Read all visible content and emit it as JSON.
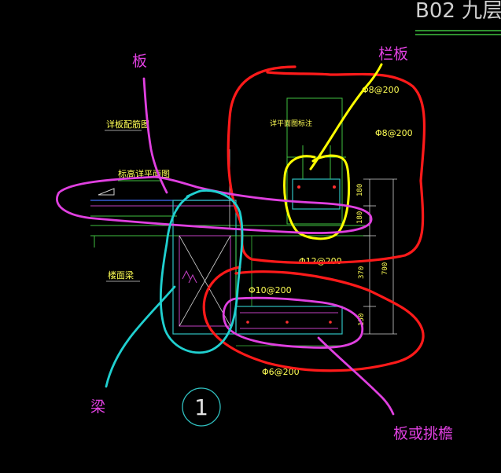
{
  "title_fragment": "B02 九层",
  "cad_labels": {
    "slab_detail": "详板配筋图",
    "slab_section": "标高详平面图",
    "parapet_section": "详平面图标注",
    "floor_beam": "楼面梁"
  },
  "rebar_labels": {
    "top_right": "Φ8@200",
    "right_mid": "Φ8@200",
    "mid": "Φ12@200",
    "left_mid": "Φ10@200",
    "bottom": "Φ6@200"
  },
  "dimensions": {
    "d1": "180",
    "d2": "180",
    "d3": "370",
    "d4": "700",
    "d5": "150"
  },
  "annotations": {
    "slab": "板",
    "parapet": "栏板",
    "beam": "梁",
    "slab_or_eave": "板或挑檐"
  },
  "detail_number": "1",
  "colors": {
    "background": "#000000",
    "red": "#ff1a1a",
    "yellow": "#ffff00",
    "magenta": "#e040e0",
    "cyan": "#20d0d0",
    "cad_green": "#3fbf3f",
    "cad_cyan": "#30c0c0",
    "cad_magenta": "#c040c0",
    "cad_text": "#ffff55"
  }
}
